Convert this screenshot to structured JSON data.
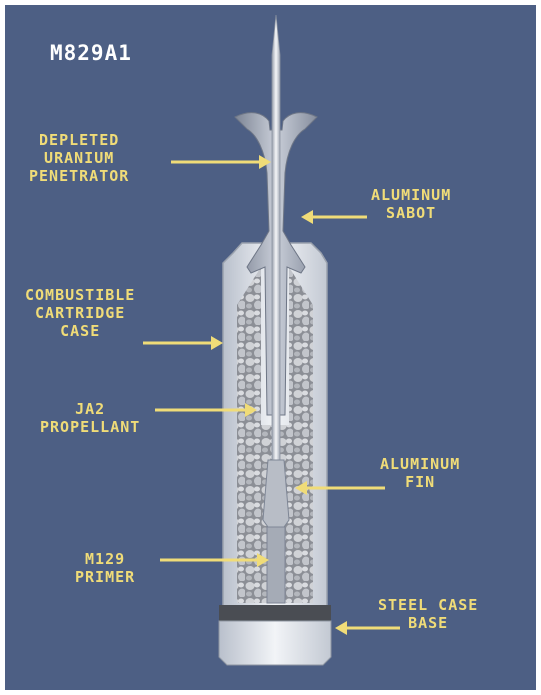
{
  "title": "M829A1",
  "colors": {
    "background": "#4d5f84",
    "label": "#f0dc78",
    "arrow": "#f0dc78",
    "title": "#ffffff"
  },
  "labels": {
    "penetrator": [
      "DEPLETED",
      "URANIUM",
      "PENETRATOR"
    ],
    "sabot": [
      "ALUMINUM",
      "SABOT"
    ],
    "cartridge": [
      "COMBUSTIBLE",
      "CARTRIDGE",
      "CASE"
    ],
    "propellant": [
      "JA2",
      "PROPELLANT"
    ],
    "fin": [
      "ALUMINUM",
      "FIN"
    ],
    "primer": [
      "M129",
      "PRIMER"
    ],
    "base": [
      "STEEL CASE",
      "BASE"
    ]
  }
}
